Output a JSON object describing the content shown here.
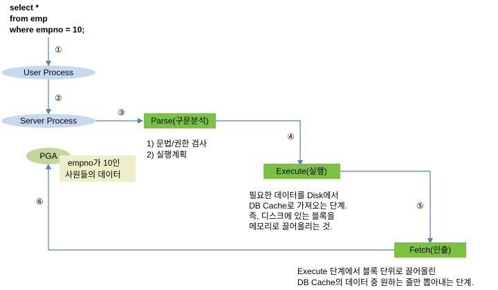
{
  "sql": {
    "line1": "select *",
    "line2": "from emp",
    "line3": "where empno = 10;"
  },
  "nodes": {
    "user_process": "User Process",
    "server_process": "Server Process",
    "pga": "PGA",
    "parse": "Parse(구문분석)",
    "execute": "Execute(실행)",
    "fetch": "Fetch(인출)"
  },
  "steps": {
    "s1": "①",
    "s2": "②",
    "s3": "③",
    "s4": "④",
    "s5": "⑤",
    "s6": "⑥"
  },
  "notes": {
    "pga_note_1": "empno가 10인",
    "pga_note_2": "사원들의 데이터",
    "parse_note_1": "1) 문법/권한 검사",
    "parse_note_2": "2) 실행계획",
    "execute_note_1": "필요한 데이터를 Disk에서",
    "execute_note_2": "DB Cache로 가져오는 단계.",
    "execute_note_3": "즉, 디스크에 있는 블록을",
    "execute_note_4": "메모리로 끌어올리는 것.",
    "fetch_note_1": "Execute 단계에서 블록 단위로 끌어올린",
    "fetch_note_2": "DB Cache의 데이터 중 원하는 줄만 뽑아내는 단계."
  },
  "colors": {
    "ellipse_fill": "#c6d9f1",
    "pga_fill": "#c3d69b",
    "box_fill": "#7cc242",
    "note_fill": "#eeeec8",
    "connector": "#4f81bd"
  }
}
